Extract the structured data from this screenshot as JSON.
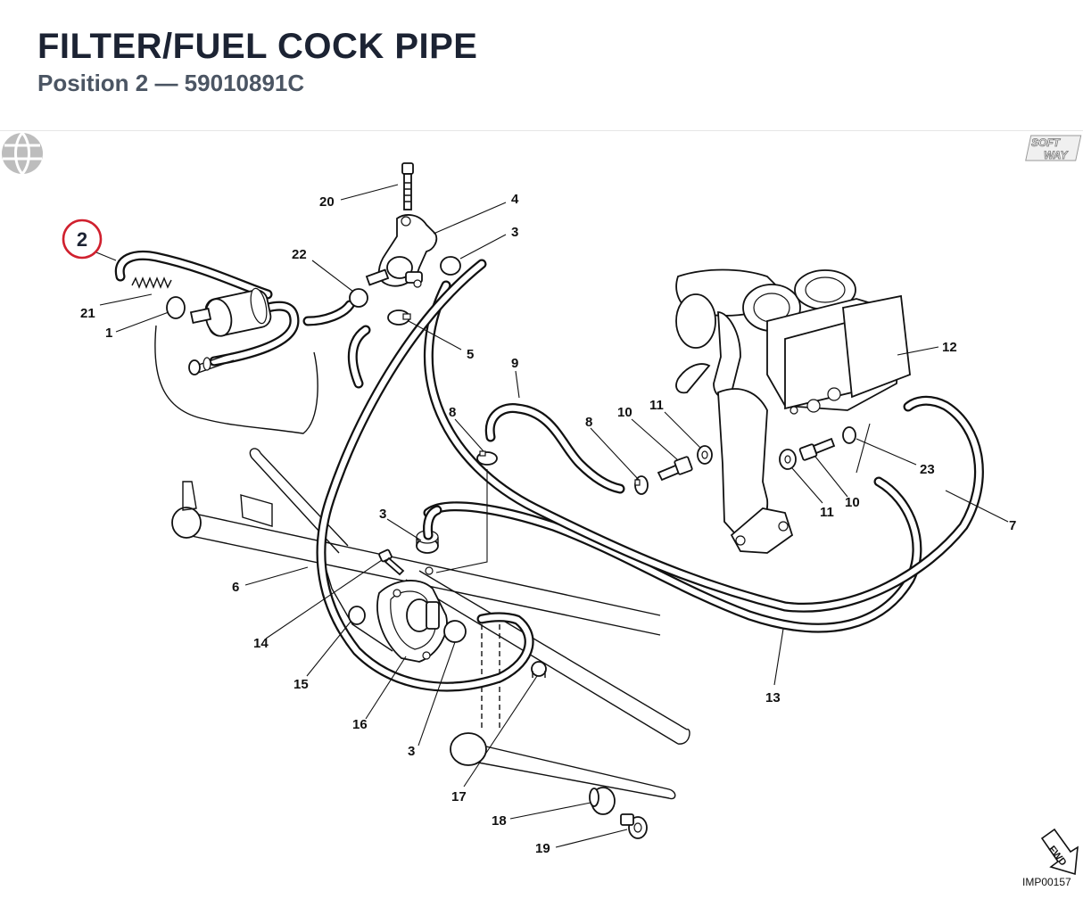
{
  "header": {
    "title": "FILTER/FUEL COCK PIPE",
    "subtitle": "Position 2 — 59010891C"
  },
  "highlight": {
    "label": "2",
    "color": "#d0202e"
  },
  "callouts": {
    "c20": "20",
    "c4": "4",
    "c3a": "3",
    "c22": "22",
    "c21": "21",
    "c1": "1",
    "c5": "5",
    "c9": "9",
    "c8a": "8",
    "c8b": "8",
    "c10a": "10",
    "c11a": "11",
    "c12": "12",
    "c23": "23",
    "c7": "7",
    "c11b": "11",
    "c10b": "10",
    "c3b": "3",
    "c6": "6",
    "c14": "14",
    "c15": "15",
    "c16": "16",
    "c3c": "3",
    "c13": "13",
    "c17": "17",
    "c18": "18",
    "c19": "19"
  },
  "logo": {
    "line1": "SOFT",
    "line2": "WAY"
  },
  "fwd": "FWD",
  "image_code": "IMP00157"
}
